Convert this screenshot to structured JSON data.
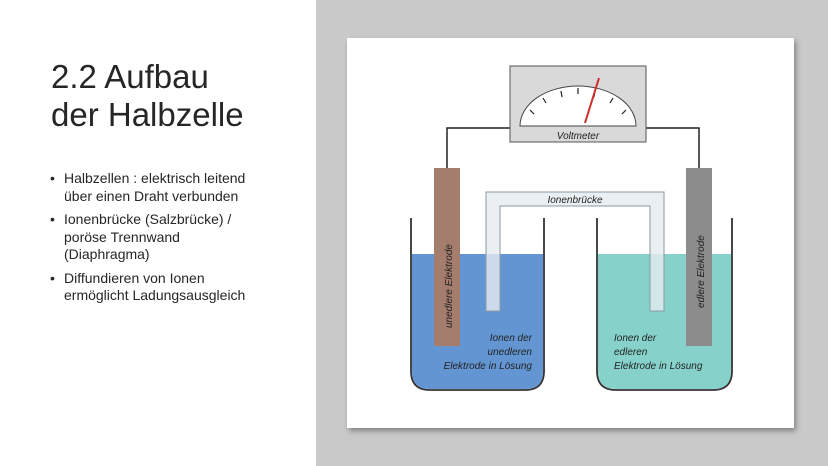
{
  "title": {
    "line1": "2.2 Aufbau",
    "line2": "der Halbzelle"
  },
  "bullets": [
    {
      "lines": [
        "Halbzellen : elektrisch leitend",
        "über einen Draht verbunden"
      ]
    },
    {
      "lines": [
        "Ionenbrücke (Salzbrücke) /",
        "poröse Trennwand",
        "(Diaphragma)"
      ]
    },
    {
      "lines": [
        "Diffundieren von Ionen",
        "ermöglicht Ladungsausgleich"
      ]
    }
  ],
  "diagram": {
    "voltmeter_label": "Voltmeter",
    "bridge_label": "Ionenbrücke",
    "left_electrode_label": "unedlere Elektrode",
    "right_electrode_label": "edlere Elektrode",
    "left_solution_lines": [
      "Ionen der",
      "unedleren",
      "Elektrode in Lösung"
    ],
    "right_solution_lines": [
      "Ionen der",
      "edleren",
      "Elektrode in Lösung"
    ],
    "colors": {
      "left_solution": "#5b8fd0",
      "right_solution": "#7fd0c8",
      "left_electrode": "#a57d6c",
      "right_electrode": "#8c8c8c",
      "needle": "#d12b2b"
    }
  }
}
